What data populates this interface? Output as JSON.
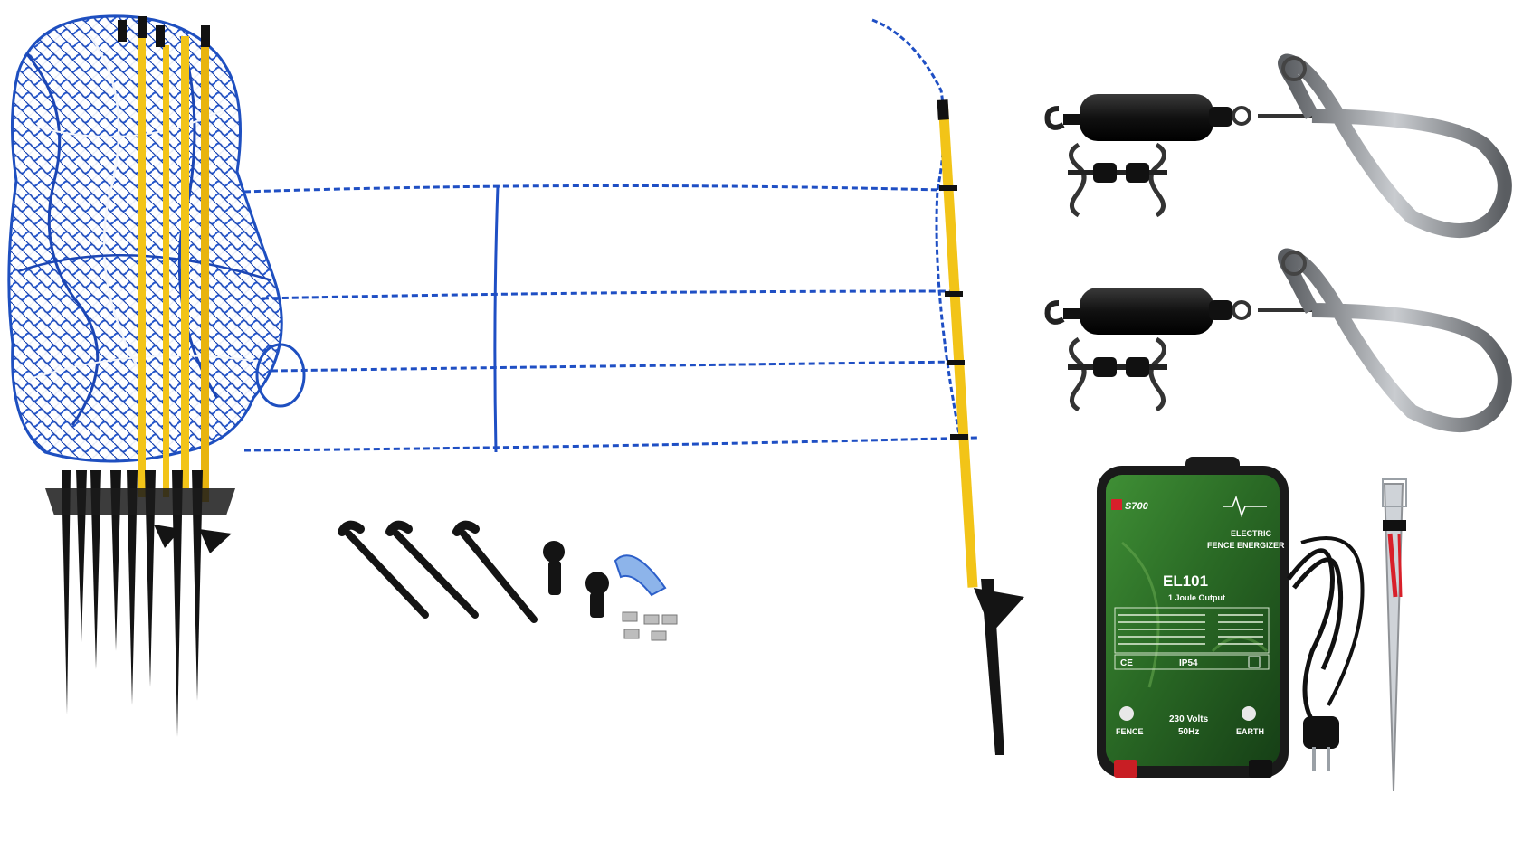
{
  "energizer": {
    "brand": "S700",
    "heading_line1": "ELECTRIC",
    "heading_line2": "FENCE ENERGIZER",
    "model": "EL101",
    "output": "1 Joule Output",
    "ce_mark": "CE",
    "ip_rating": "IP54",
    "voltage": "230 Volts",
    "frequency": "50Hz",
    "terminal_fence": "FENCE",
    "terminal_earth": "EARTH"
  },
  "colors": {
    "netting_blue": "#1f4fc4",
    "netting_white": "#e8eef8",
    "post_yellow": "#f2c418",
    "spike_black": "#141414",
    "energizer_green": "#2f7a2a",
    "energizer_case": "#1a1a1a",
    "steel": "#8f9296",
    "cable_red": "#d8202a"
  }
}
